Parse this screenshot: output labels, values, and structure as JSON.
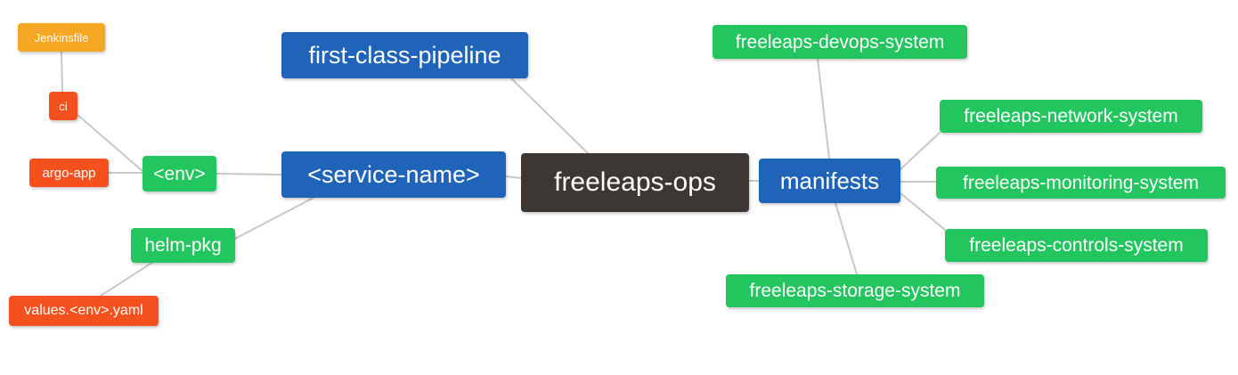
{
  "diagram": {
    "type": "mindmap",
    "title": "freeleaps-ops",
    "background": "#ffffff",
    "edge_color": "#c8c8c8"
  },
  "palette": {
    "orange": "#F5A623",
    "red": "#F4511E",
    "green": "#22C55E",
    "blue": "#1F64B8",
    "dark": "#3C3733",
    "edge": "#c8c8c8",
    "text": "#ffffff"
  },
  "nodes": {
    "root": {
      "label": "freeleaps-ops",
      "color": "#3C3733"
    },
    "service_name": {
      "label": "<service-name>",
      "color": "#1F64B8"
    },
    "first_class_pipeline": {
      "label": "first-class-pipeline",
      "color": "#1F64B8"
    },
    "manifests": {
      "label": "manifests",
      "color": "#1F64B8"
    },
    "env": {
      "label": "<env>",
      "color": "#22C55E"
    },
    "helm_pkg": {
      "label": "helm-pkg",
      "color": "#22C55E"
    },
    "ci": {
      "label": "ci",
      "color": "#F4511E"
    },
    "argo_app": {
      "label": "argo-app",
      "color": "#F4511E"
    },
    "jenkinsfile": {
      "label": "Jenkinsfile",
      "color": "#F5A623"
    },
    "values_yaml": {
      "label": "values.<env>.yaml",
      "color": "#F4511E"
    },
    "devops_system": {
      "label": "freeleaps-devops-system",
      "color": "#22C55E"
    },
    "network_system": {
      "label": "freeleaps-network-system",
      "color": "#22C55E"
    },
    "monitoring_system": {
      "label": "freeleaps-monitoring-system",
      "color": "#22C55E"
    },
    "controls_system": {
      "label": "freeleaps-controls-system",
      "color": "#22C55E"
    },
    "storage_system": {
      "label": "freeleaps-storage-system",
      "color": "#22C55E"
    }
  },
  "edges": [
    {
      "from": "root",
      "to": "service_name"
    },
    {
      "from": "root",
      "to": "first_class_pipeline"
    },
    {
      "from": "root",
      "to": "manifests"
    },
    {
      "from": "service_name",
      "to": "env"
    },
    {
      "from": "service_name",
      "to": "helm_pkg"
    },
    {
      "from": "env",
      "to": "ci"
    },
    {
      "from": "env",
      "to": "argo_app"
    },
    {
      "from": "ci",
      "to": "jenkinsfile"
    },
    {
      "from": "helm_pkg",
      "to": "values_yaml"
    },
    {
      "from": "manifests",
      "to": "devops_system"
    },
    {
      "from": "manifests",
      "to": "network_system"
    },
    {
      "from": "manifests",
      "to": "monitoring_system"
    },
    {
      "from": "manifests",
      "to": "controls_system"
    },
    {
      "from": "manifests",
      "to": "storage_system"
    }
  ]
}
